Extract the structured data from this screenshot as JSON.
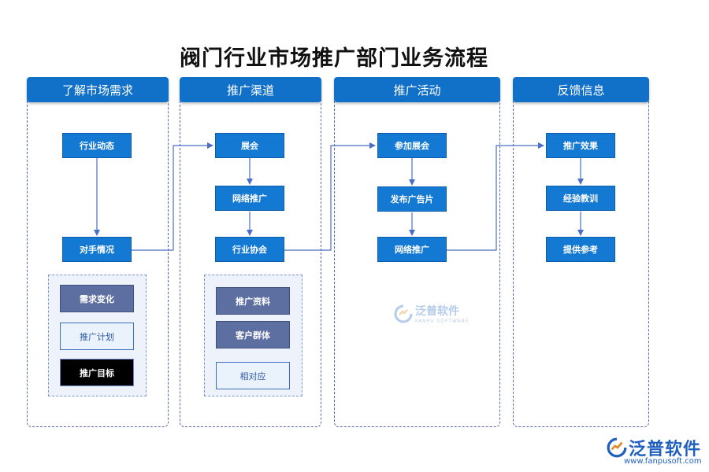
{
  "title": "阀门行业市场推广部门业务流程",
  "colors": {
    "header": "#1170c8",
    "node": "#1479d2",
    "dark_box": "#5d6fa0",
    "lane_border": "#5566a8",
    "arrow": "#4a6fc8"
  },
  "lanes": [
    {
      "label": "了解市场需求"
    },
    {
      "label": "推广渠道"
    },
    {
      "label": "推广活动"
    },
    {
      "label": "反馈信息"
    }
  ],
  "nodes": {
    "l1_n1": "行业动态",
    "l1_n2": "对手情况",
    "l2_n1": "展会",
    "l2_n2": "网络推广",
    "l2_n3": "行业协会",
    "l3_n1": "参加展会",
    "l3_n2": "发布广告片",
    "l3_n3": "网络推广",
    "l4_n1": "推广效果",
    "l4_n2": "经验教训",
    "l4_n3": "提供参考"
  },
  "groups": {
    "g1": [
      "需求变化",
      "推广计划",
      "推广目标"
    ],
    "g2": [
      "推广资料",
      "客户群体",
      "相对应"
    ]
  },
  "watermark": {
    "center_zh": "泛普软件",
    "center_en": "FANPU SOFTWARE",
    "corner_zh": "泛普软件",
    "corner_url": "www.fanpusoft.com"
  }
}
